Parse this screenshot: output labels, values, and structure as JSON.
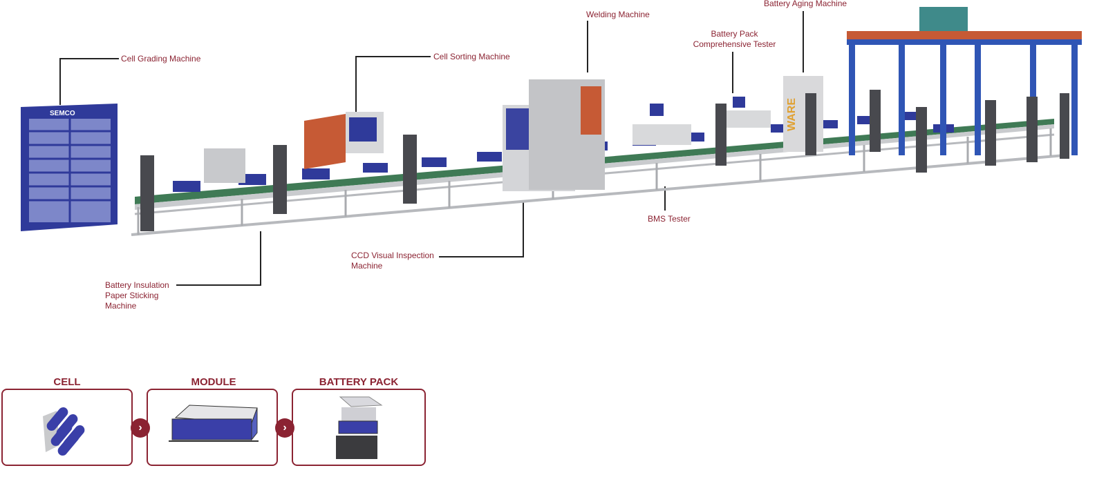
{
  "labels": {
    "cell_grading": "Cell Grading  Machine",
    "cell_sorting": "Cell Sorting  Machine",
    "welding": "Welding Machine",
    "pack_tester_1": "Battery Pack",
    "pack_tester_2": "Comprehensive Tester",
    "aging": "Battery Aging Machine",
    "bms": "BMS Tester",
    "ccd_1": "CCD Visual  Inspection",
    "ccd_2": "Machine",
    "insulation_1": "Battery Insulation",
    "insulation_2": "Paper Sticking",
    "insulation_3": "Machine"
  },
  "machine_brand": "SEMCO",
  "aging_brand": "WARE",
  "stages": [
    {
      "title": "CELL",
      "icon": "battery-cells-icon"
    },
    {
      "title": "MODULE",
      "icon": "battery-module-icon"
    },
    {
      "title": "BATTERY PACK",
      "icon": "battery-pack-icon"
    }
  ],
  "colors": {
    "accent": "#8b2332",
    "machine_blue": "#2f3a9a",
    "frame": "#b7b9bd",
    "belt": "#3f7a55"
  }
}
